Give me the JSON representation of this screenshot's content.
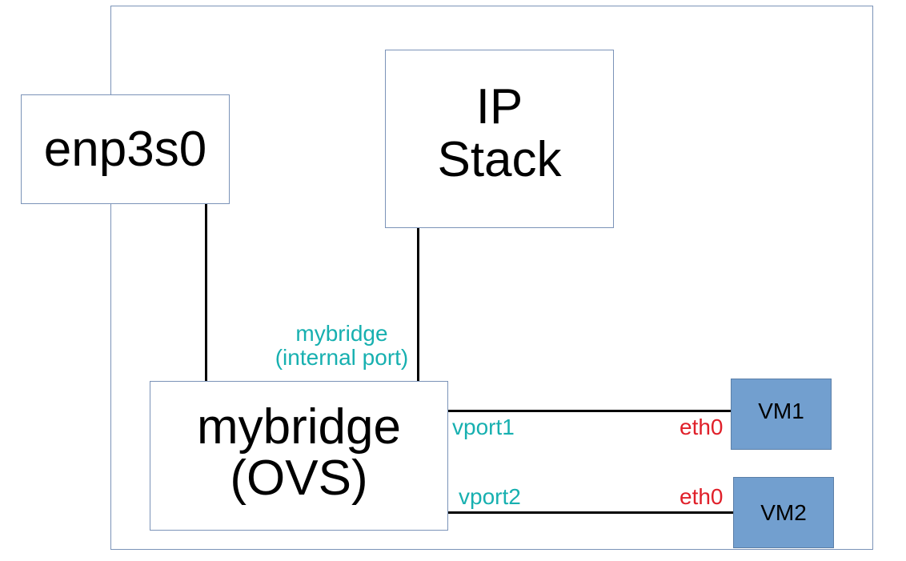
{
  "nodes": {
    "nic": {
      "label": "enp3s0"
    },
    "ip_stack": {
      "line1": "IP",
      "line2": "Stack"
    },
    "bridge": {
      "line1": "mybridge",
      "line2": "(OVS)"
    },
    "vm1": {
      "label": "VM1"
    },
    "vm2": {
      "label": "VM2"
    }
  },
  "ports": {
    "internal_port": {
      "line1": "mybridge",
      "line2": "(internal port)"
    },
    "vport1": "vport1",
    "vport2": "vport2",
    "vm1_iface": "eth0",
    "vm2_iface": "eth0"
  },
  "colors": {
    "port_label": "#17b0b0",
    "vm_iface_label": "#e0202a",
    "vm_fill": "#729fcf",
    "box_border": "#7b93b8"
  }
}
